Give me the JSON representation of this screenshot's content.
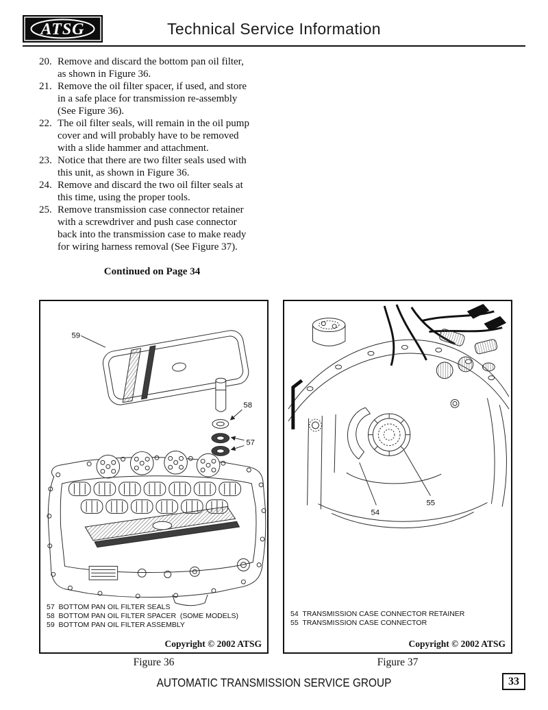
{
  "header": {
    "logo": "ATSG",
    "title": "Technical Service Information"
  },
  "instructions": [
    {
      "number": "20.",
      "text": "Remove and discard the bottom pan oil filter,\nas shown in Figure 36."
    },
    {
      "number": "21.",
      "text": "Remove the oil filter spacer, if used, and store\nin a safe place for transmission re-assembly\n(See Figure 36)."
    },
    {
      "number": "22.",
      "text": "The oil filter seals, will remain in the oil pump\ncover and will probably have to be removed\nwith a slide hammer and attachment."
    },
    {
      "number": "23.",
      "text": "Notice that there are two filter seals used with\nthis unit, as shown in Figure 36."
    },
    {
      "number": "24.",
      "text": "Remove and discard the two oil filter seals at\nthis time, using the proper tools."
    },
    {
      "number": "25.",
      "text": "Remove transmission case connector retainer\nwith a screwdriver and push case connector\nback into the transmission case to make ready\nfor wiring harness removal  (See Figure 37)."
    }
  ],
  "continued_note": "Continued on Page 34",
  "figure36": {
    "callouts": {
      "pan": "59",
      "spacer": "58",
      "seals": "57"
    },
    "legend": [
      "57  BOTTOM PAN OIL FILTER SEALS",
      "58  BOTTOM PAN OIL FILTER SPACER  (SOME MODELS)",
      "59  BOTTOM PAN OIL FILTER ASSEMBLY"
    ],
    "copyright": "Copyright © 2002 ATSG",
    "caption": "Figure 36"
  },
  "figure37": {
    "callouts": {
      "retainer": "54",
      "connector": "55"
    },
    "legend": [
      "54  TRANSMISSION CASE CONNECTOR RETAINER",
      "55  TRANSMISSION CASE CONNECTOR"
    ],
    "copyright": "Copyright © 2002 ATSG",
    "caption": "Figure 37"
  },
  "footer": {
    "org": "AUTOMATIC TRANSMISSION SERVICE GROUP",
    "page": "33"
  }
}
